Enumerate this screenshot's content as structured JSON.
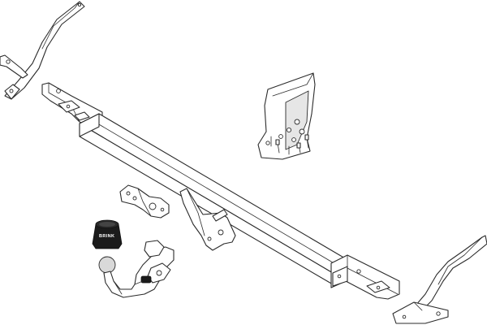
{
  "diagram": {
    "brand_label": "BRINK",
    "colors": {
      "line": "#2b2b2b",
      "shade": "#d9d9d9",
      "socket_cover": "#1b1b1b",
      "background": "#ffffff"
    },
    "components": [
      {
        "name": "crossbar-tube"
      },
      {
        "name": "left-side-bracket-arm"
      },
      {
        "name": "right-side-bracket-arm"
      },
      {
        "name": "left-end-plate"
      },
      {
        "name": "right-end-plate"
      },
      {
        "name": "electrical-socket-mount-plate"
      },
      {
        "name": "socket-bracket"
      },
      {
        "name": "tow-ball-neck"
      },
      {
        "name": "socket-cover"
      },
      {
        "name": "hardware-bag"
      }
    ]
  }
}
